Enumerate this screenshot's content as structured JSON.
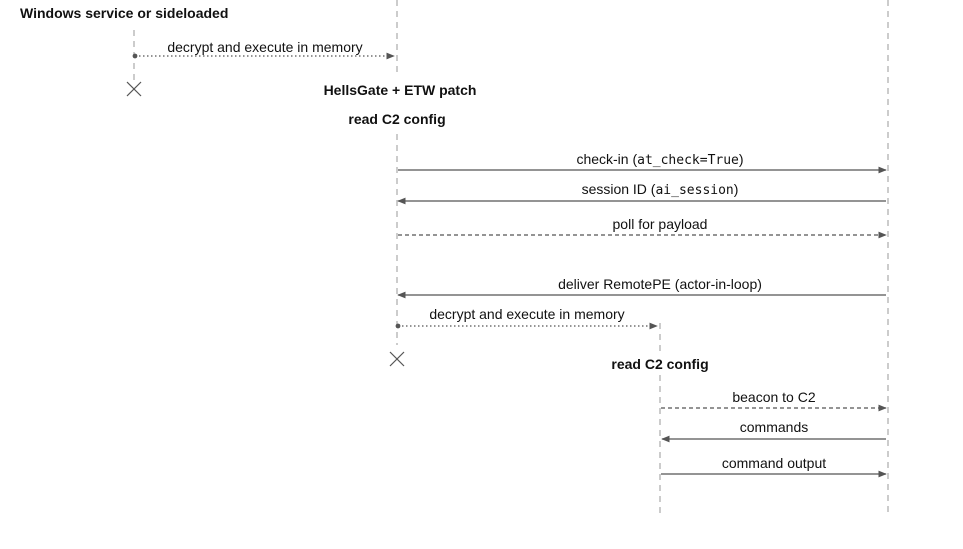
{
  "note_sideloaded": "Windows service or sideloaded",
  "messages": [
    {
      "label": "decrypt and execute in memory",
      "style": "dotted",
      "direction": "right"
    },
    {
      "label_pre": "check-in (",
      "code": "at_check=True",
      "label_post": ")",
      "style": "solid",
      "direction": "right"
    },
    {
      "label_pre": "session ID (",
      "code": "ai_session",
      "label_post": ")",
      "style": "solid",
      "direction": "left"
    },
    {
      "label": "poll for payload",
      "style": "dashed",
      "direction": "right"
    },
    {
      "label": "deliver RemotePE (actor-in-loop)",
      "style": "solid",
      "direction": "left"
    },
    {
      "label": "decrypt and execute in memory",
      "style": "dotted",
      "direction": "right"
    },
    {
      "label": "beacon to C2",
      "style": "dashed",
      "direction": "right"
    },
    {
      "label": "commands",
      "style": "solid",
      "direction": "left"
    },
    {
      "label": "command output",
      "style": "solid",
      "direction": "right"
    }
  ],
  "notes": {
    "hellsgate": "HellsGate + ETW patch",
    "read_config_1": "read C2 config",
    "read_config_2": "read C2 config"
  },
  "colors": {
    "line": "#555555",
    "lifeline": "#9a9a9a",
    "text": "#111111"
  }
}
